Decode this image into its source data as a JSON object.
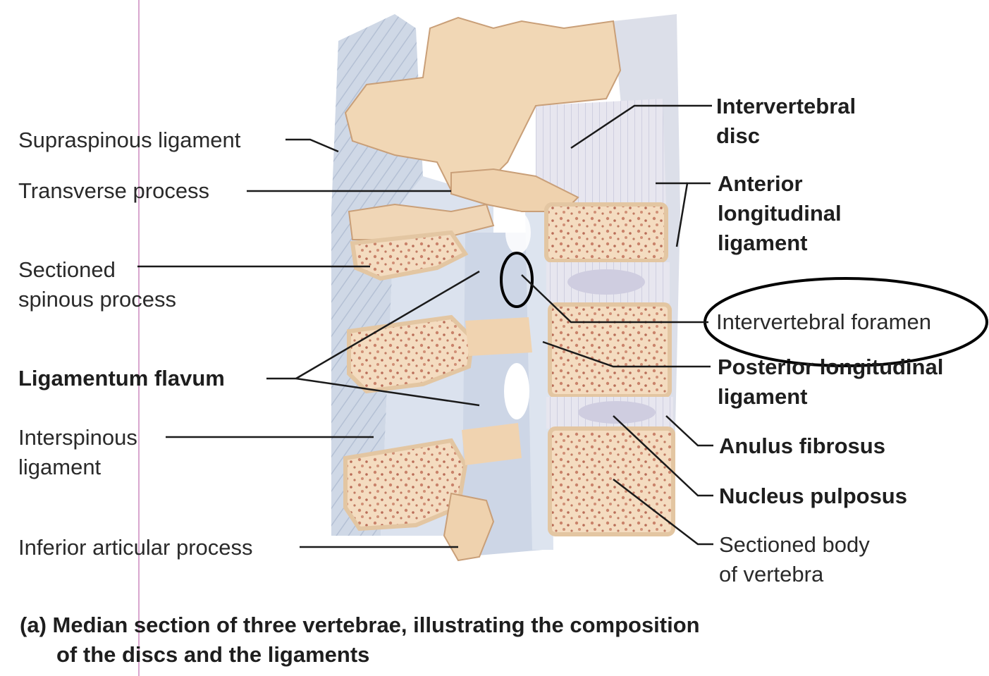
{
  "labels": {
    "supraspinous": "Supraspinous ligament",
    "transverse": "Transverse process",
    "sectioned_spinous": "Sectioned\nspinous process",
    "ligamentum_flavum": "Ligamentum flavum",
    "interspinous": "Interspinous\nligament",
    "inferior_articular": "Inferior articular process",
    "intervertebral_disc": "Intervertebral\ndisc",
    "anterior_longitudinal": "Anterior\nlongitudinal\nligament",
    "intervertebral_foramen": "Intervertebral foramen",
    "posterior_longitudinal": "Posterior longitudinal\nligament",
    "anulus_fibrosus": "Anulus fibrosus",
    "nucleus_pulposus": "Nucleus pulposus",
    "sectioned_body": "Sectioned body\nof vertebra"
  },
  "caption": {
    "line1": "(a) Median section of three vertebrae, illustrating the composition",
    "line2": "of the discs and the ligaments"
  },
  "colors": {
    "bone": "#f1d7b5",
    "bone_shadow": "#d9b48c",
    "marrow_spots": "#c9826a",
    "ligament": "#c9d3e3",
    "disc": "#e8e6ef",
    "leader": "#1a1a1a",
    "margin_line": "#d9a7cf"
  }
}
